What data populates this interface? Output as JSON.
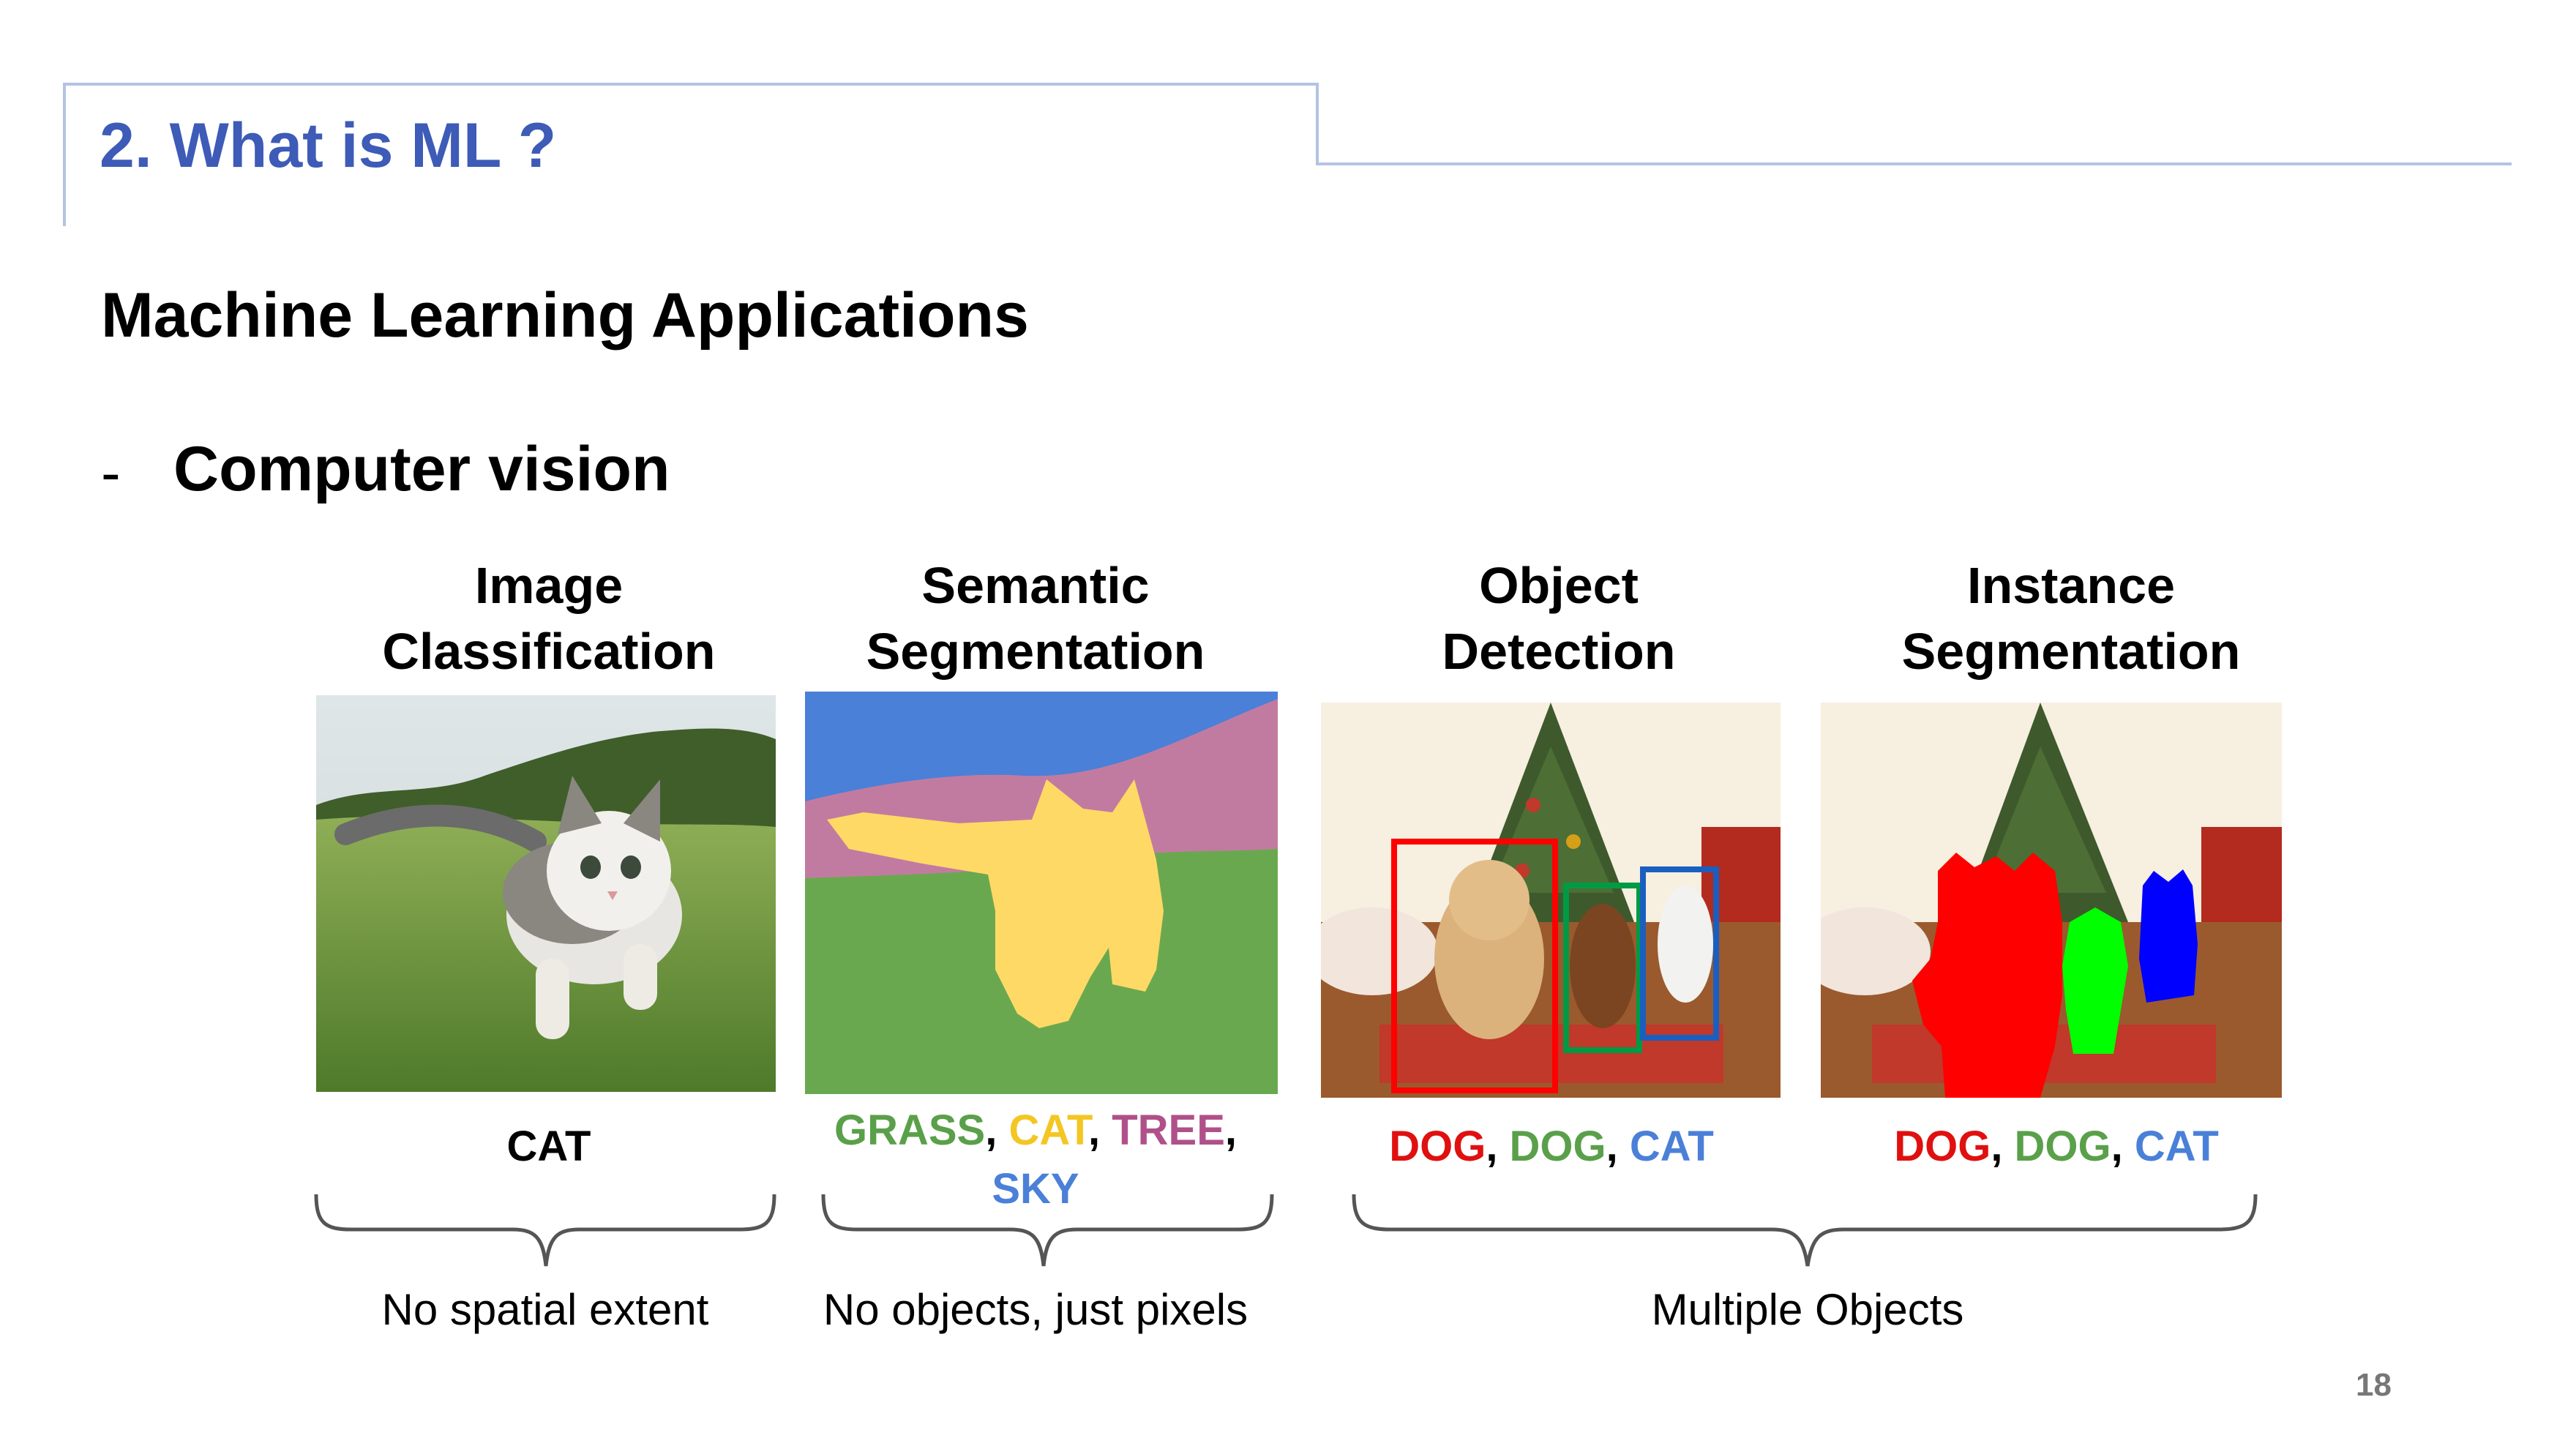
{
  "header": {
    "section_title": "2. What is ML ?"
  },
  "subtitle": "Machine Learning Applications",
  "bullet": {
    "dash": "-",
    "text": "Computer vision"
  },
  "columns": [
    {
      "title_line1": "Image",
      "title_line2": "Classification"
    },
    {
      "title_line1": "Semantic",
      "title_line2": "Segmentation"
    },
    {
      "title_line1": "Object",
      "title_line2": "Detection"
    },
    {
      "title_line1": "Instance",
      "title_line2": "Segmentation"
    }
  ],
  "labels": {
    "classification": "CAT",
    "semantic": {
      "grass": "GRASS",
      "cat": "CAT",
      "tree": "TREE",
      "sky": "SKY",
      "sep": ", ",
      "trailing": ","
    },
    "detection": {
      "dog1": "DOG",
      "dog2": "DOG",
      "cat": "CAT",
      "sep": ", "
    },
    "instance": {
      "dog1": "DOG",
      "dog2": "DOG",
      "cat": "CAT",
      "sep": ", "
    }
  },
  "brace_labels": {
    "classification": "No spatial extent",
    "semantic": "No objects, just pixels",
    "multiple": "Multiple Objects"
  },
  "page_number": "18",
  "colors": {
    "title_blue": "#3d5bb7",
    "sky": "#4a80d8",
    "tree": "#b97aa0",
    "grass": "#6aa84f",
    "cat_fill": "#ffd966",
    "dog_red": "#ff0000",
    "dog_green": "#00ff00",
    "cat_blue": "#0000ff"
  }
}
